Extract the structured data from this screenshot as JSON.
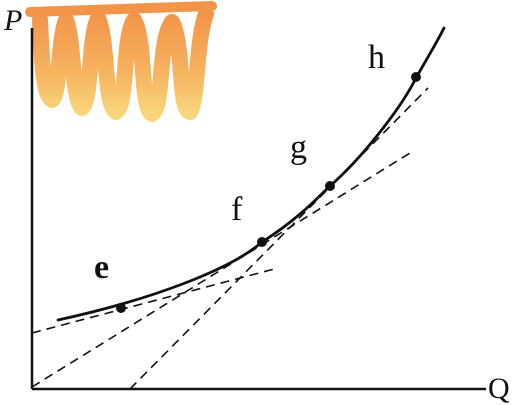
{
  "axes": {
    "y_label": "P",
    "x_label": "Q"
  },
  "points": [
    {
      "id": "e",
      "label": "e"
    },
    {
      "id": "f",
      "label": "f"
    },
    {
      "id": "g",
      "label": "g"
    },
    {
      "id": "h",
      "label": "h"
    }
  ],
  "colors": {
    "ink": "#111111",
    "stamp_orange": "#f39a3a",
    "stamp_yellow": "#f7c95a"
  }
}
